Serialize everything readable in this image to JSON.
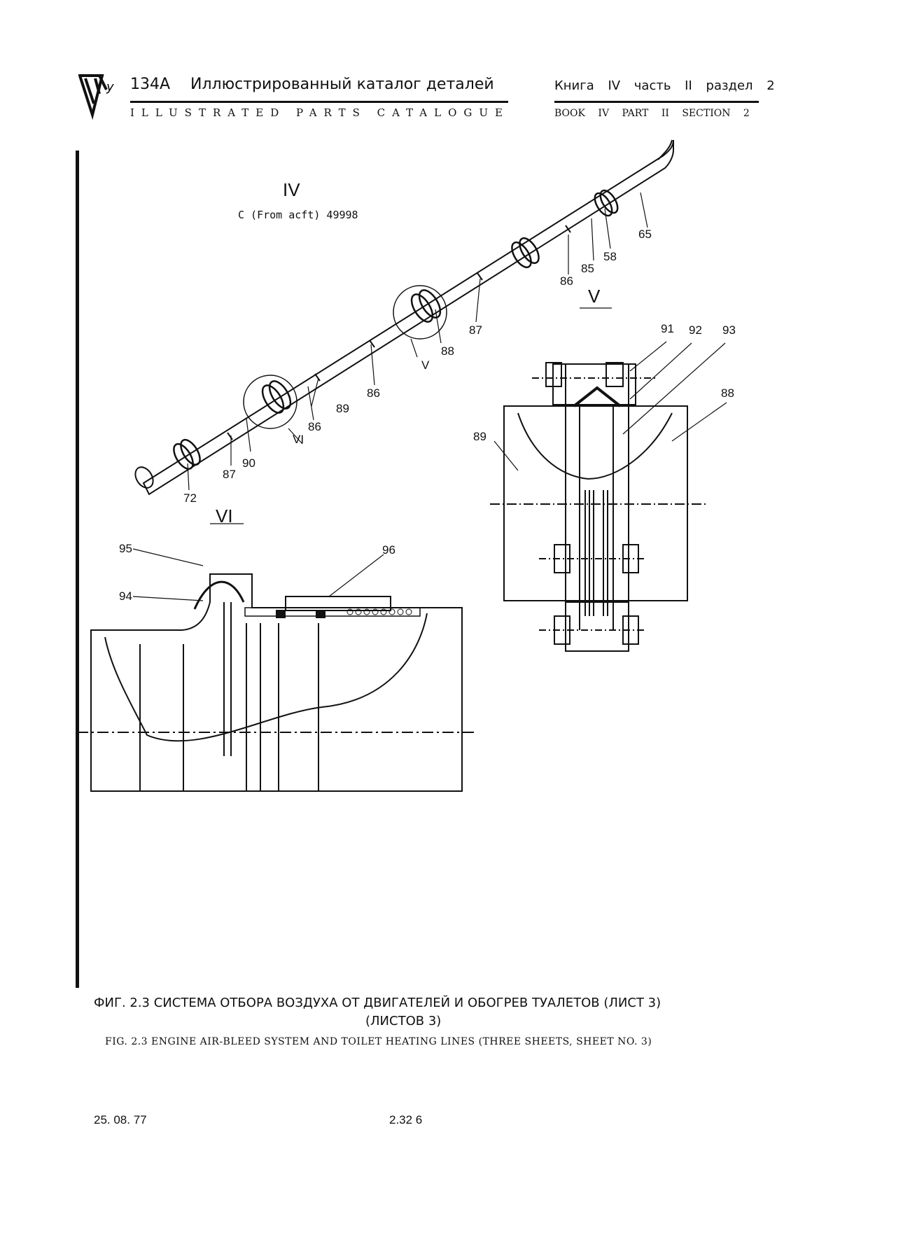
{
  "header": {
    "code": "134A",
    "title_ru": "Иллюстрированный каталог деталей",
    "title_en": "ILLUSTRATED PARTS CATALOGUE",
    "book_ru": "Книга IV часть II раздел 2",
    "book_en": "BOOK IV PART II SECTION 2"
  },
  "figure": {
    "view_iv": "IV",
    "effectivity": "C (From acft) 49998",
    "view_v": "V",
    "view_vi": "VI",
    "callouts": {
      "c65": "65",
      "c58": "58",
      "c85": "85",
      "c86a": "86",
      "c87a": "87",
      "c88a": "88",
      "c89a": "89",
      "c86b": "86",
      "c86c": "86",
      "c90": "90",
      "c87b": "87",
      "c72": "72",
      "c91": "91",
      "c92": "92",
      "c93": "93",
      "c88b": "88",
      "c89b": "89",
      "c95": "95",
      "c96": "96",
      "c94": "94",
      "ref_v": "V",
      "ref_vi": "VI"
    }
  },
  "caption": {
    "ru_line1": "ФИГ. 2.3 СИСТЕМА ОТБОРА ВОЗДУХА ОТ ДВИГАТЕЛЕЙ И ОБОГРЕВ ТУАЛЕТОВ (ЛИСТ 3)",
    "ru_line2": "(ЛИСТОВ 3)",
    "en": "FIG. 2.3 ENGINE AIR-BLEED SYSTEM AND TOILET HEATING LINES (THREE SHEETS, SHEET NO. 3)"
  },
  "footer": {
    "date": "25. 08. 77",
    "page": "2.32 6"
  }
}
